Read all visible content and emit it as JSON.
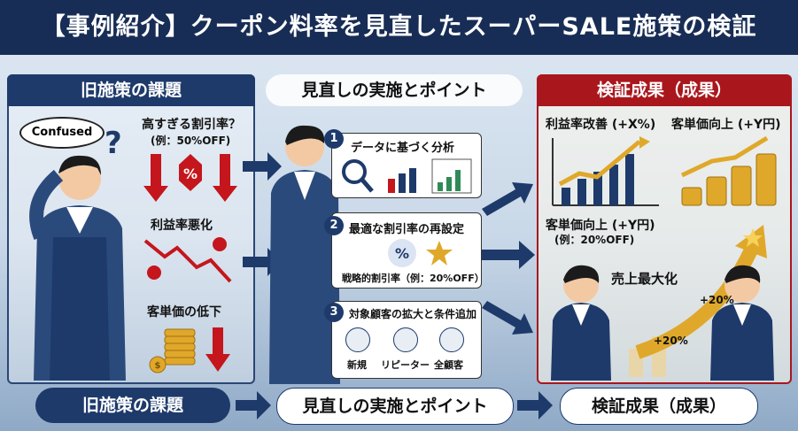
{
  "title": "【事例紹介】クーポン料率を見直したスーパーSALE施策の検証",
  "old": {
    "header": "旧施策の課題",
    "bubble": "Confused",
    "issue1": "高すぎる割引率？",
    "issue1_sub": "(例：50%OFF)",
    "issue2": "利益率悪化",
    "issue3": "客単価の低下"
  },
  "review": {
    "header": "見直しの実施とポイント",
    "step1": {
      "num": "1",
      "title": "データに基づく分析"
    },
    "step2": {
      "num": "2",
      "title": "最適な割引率の再設定",
      "sub": "戦略的割引率（例：20%OFF）"
    },
    "step3": {
      "num": "3",
      "title": "対象顧客の拡大と条件追加",
      "segments": [
        "新規",
        "リピーター",
        "全顧客"
      ]
    }
  },
  "result": {
    "header": "検証成果（成果）",
    "kpi1": "利益率改善 (+X%)",
    "kpi2": "客単価向上 (+Y円)",
    "kpi3": "客単価向上 (+Y円)",
    "kpi3_sub": "(例：20%OFF)",
    "sales": "売上最大化",
    "pct1": "+20%",
    "pct2": "+20%"
  },
  "bottom": {
    "left": "旧施策の課題",
    "middle": "見直しの実施とポイント",
    "right": "検証成果（成果）"
  },
  "colors": {
    "navy": "#1e3a6b",
    "red": "#a9171d",
    "gold": "#e0a82a"
  }
}
